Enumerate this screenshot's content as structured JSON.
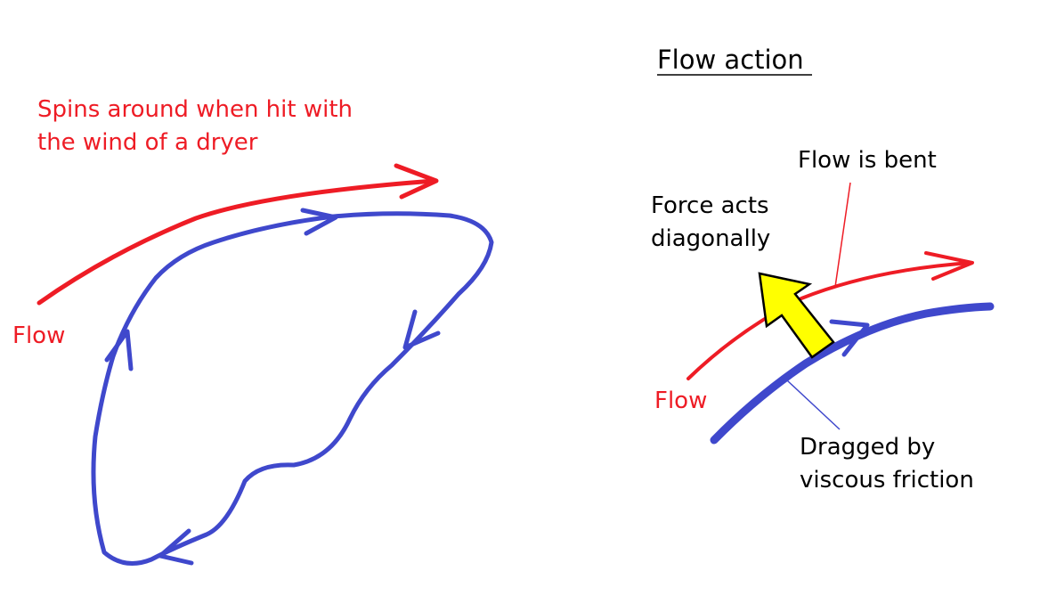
{
  "left_diagram": {
    "caption_line1": "Spins around when hit with",
    "caption_line2": "the wind of a dryer",
    "flow_label": "Flow"
  },
  "right_diagram": {
    "heading": "Flow action",
    "flow_bent_label": "Flow is bent",
    "force_line1": "Force acts",
    "force_line2": "diagonally",
    "flow_label": "Flow",
    "dragged_line1": "Dragged by",
    "dragged_line2": "viscous friction"
  },
  "colors": {
    "red": "#ee1c25",
    "blue": "#3f48cc",
    "yellow": "#ffff00",
    "text": "#000000"
  },
  "icons": [
    "red-flow-arrow",
    "blue-circulation-loop",
    "yellow-force-arrow"
  ]
}
